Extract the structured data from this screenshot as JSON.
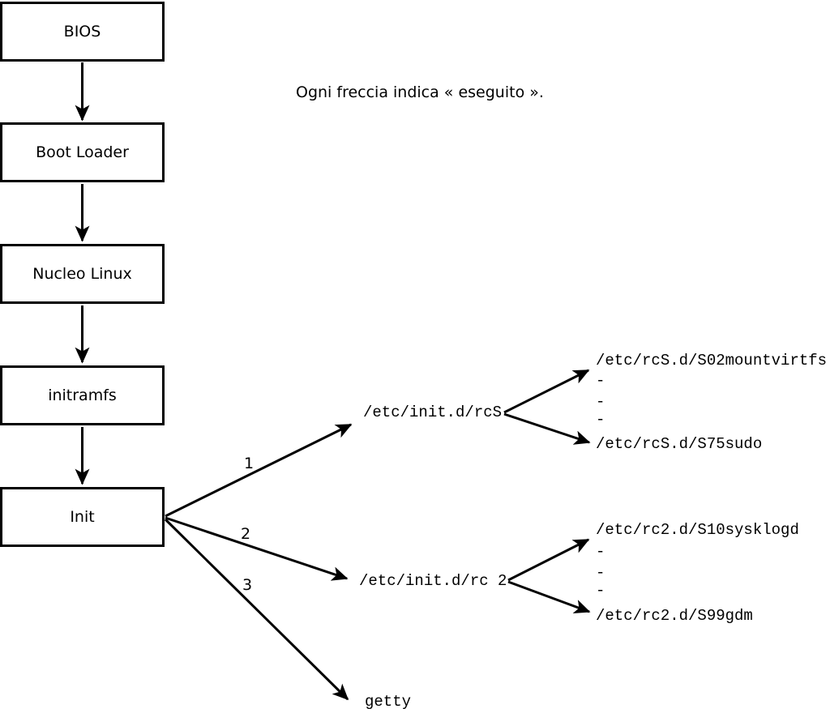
{
  "colors": {
    "background": "#ffffff",
    "line": "#000000",
    "text": "#000000"
  },
  "caption": "Ogni freccia indica « eseguito ».",
  "flow_boxes": [
    {
      "label": "BIOS"
    },
    {
      "label": "Boot Loader"
    },
    {
      "label": "Nucleo Linux"
    },
    {
      "label": "initramfs"
    },
    {
      "label": "Init"
    }
  ],
  "branch_numbers": [
    "1",
    "2",
    "3"
  ],
  "rcs_branch": {
    "source": "/etc/init.d/rcS",
    "first": "/etc/rcS.d/S02mountvirtfs",
    "ellipsis": [
      "-",
      "-",
      "-"
    ],
    "last": "/etc/rcS.d/S75sudo"
  },
  "rc2_branch": {
    "source": "/etc/init.d/rc 2",
    "first": "/etc/rc2.d/S10sysklogd",
    "ellipsis": [
      "-",
      "-",
      "-"
    ],
    "last": "/etc/rc2.d/S99gdm"
  },
  "getty_label": "getty"
}
